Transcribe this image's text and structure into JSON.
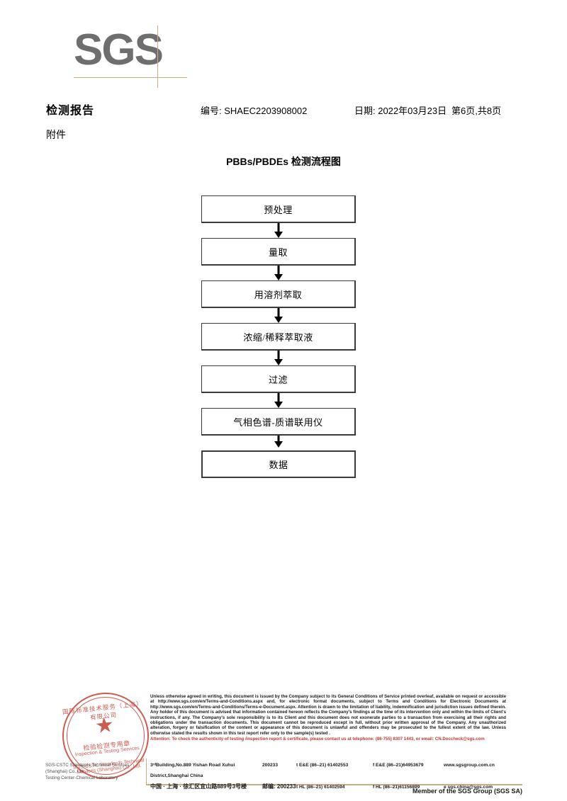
{
  "logo": {
    "text": "SGS",
    "line_color": "#c9ab86",
    "text_color": "#6e6e6e"
  },
  "header": {
    "title": "检测报告",
    "attachment_label": "附件",
    "report_no": "编号: SHAEC2203908002",
    "date": "日期: 2022年03月23日",
    "page": "第6页,共8页"
  },
  "chart": {
    "title": "PBBs/PBDEs 检测流程图",
    "steps": [
      {
        "label": "预处理"
      },
      {
        "label": "量取"
      },
      {
        "label": "用溶剂萃取"
      },
      {
        "label": "浓缩/稀释萃取液"
      },
      {
        "label": "过滤"
      },
      {
        "label": "气相色谱-质谱联用仪"
      },
      {
        "label": "数据"
      }
    ]
  },
  "stamp": {
    "arc_top": "国际标准技术服务（上海）有限公司",
    "arc_bottom": "SGS-CSTC Standards Technical Services (Shanghai) Co., Ltd.",
    "zh": "检验检测专用章",
    "en": "Inspection & Testing Services",
    "star": "★",
    "color": "#c0392b"
  },
  "entity": {
    "line1": "SGS-CSTC Standards Technical Services (Shanghai) Co.,Ltd.",
    "line2": "Testing Center-Chemical Laboratory"
  },
  "legal": {
    "body": "Unless otherwise agreed in writing, this document is issued by the Company subject to its General Conditions of Service printed overleaf, available on request or accessible at http://www.sgs.com/en/Terms-and-Conditions.aspx and, for electronic format documents, subject to Terms and Conditions for Electronic Documents at http://www.sgs.com/en/Terms-and-Conditions/Terms-e-Document.aspx. Attention is drawn to the limitation of liability, indemnification and jurisdiction issues defined therein. Any holder of this document is advised that information contained hereon reflects the Company's findings at the time of its intervention only and within the limits of Client's instructions, if any. The Company's sole responsibility is to its Client and this document does not exonerate parties to a transaction from exercising all their rights and obligations under the transaction documents. This document cannot be reproduced except in full, without prior written approval of the Company. Any unauthorized alteration, forgery or falsification of the content or appearance of this document is unlawful and offenders may be prosecuted to the fullest extent of the law. Unless otherwise stated the results shown in this test report refer only to the sample(s) tested .",
    "attention": "Attention: To check the authenticity of testing /inspection report & certificate, please contact us at telephone: (86-755) 8307 1443, or email: CN.Doccheck@sgs.com"
  },
  "address": {
    "en_street": "3ʳᵈBuilding,No.889 Yishan Road Xuhui District,Shanghai China",
    "en_zip": "200233",
    "en_tel1": "t E&E (86–21) 61402553",
    "en_fax1": "f E&E (86–21)64953679",
    "website": "www.sgsgroup.com.cn",
    "zh_street": "中国 · 上海 · 徐汇区宜山路889号3号楼",
    "zh_zip_label": "邮编: 200233",
    "en_tel2": "t HL (86–21) 61402594",
    "en_fax2": "f HL (86–21)61156899",
    "email": "e  sgs.china@sgs.com"
  },
  "member_note": "Member of the SGS Group (SGS SA)"
}
